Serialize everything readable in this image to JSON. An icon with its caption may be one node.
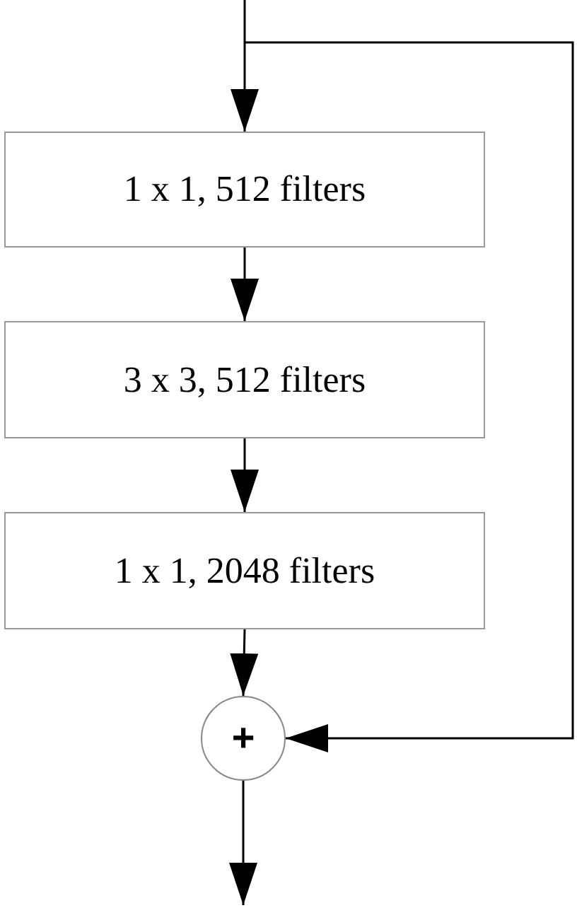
{
  "diagram": {
    "nodes": [
      {
        "text": [
          "1 x 1, 512 filters"
        ]
      },
      {
        "text": [
          "3 x 3, 512 filters"
        ]
      },
      {
        "text": [
          "1 x 1, 2048 filters"
        ]
      },
      {
        "text": [
          "+"
        ]
      }
    ],
    "edges": [
      {
        "from": null,
        "to": 0,
        "arrow": "to"
      },
      {
        "from": 0,
        "to": 1,
        "arrow": "to"
      },
      {
        "from": 1,
        "to": 2,
        "arrow": "to"
      },
      {
        "from": 2,
        "to": 3,
        "arrow": "to"
      },
      {
        "from": null,
        "to": 3,
        "arrow": "to"
      },
      {
        "from": 3,
        "to": null,
        "arrow": "to"
      }
    ]
  }
}
